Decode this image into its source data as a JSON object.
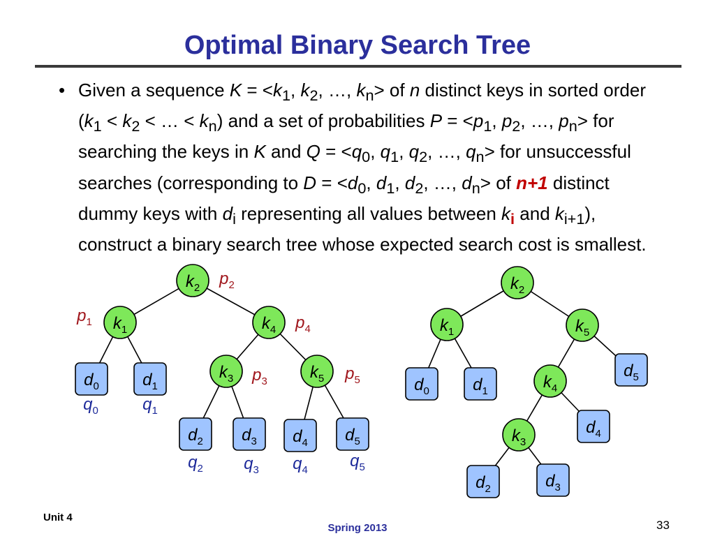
{
  "slide": {
    "title": "Optimal Binary Search Tree",
    "footer_left": "Unit 4",
    "footer_center": "Spring 2013",
    "page_number": "33"
  },
  "text": {
    "t1": "Given a sequence ",
    "t2": "K",
    "t3": " = <",
    "t4": "k",
    "t5": "1",
    "t6": ", ",
    "t7": "k",
    "t8": "2",
    "t9": ", …, ",
    "t10": "k",
    "t11": "n",
    "t12": "> of ",
    "t13": "n",
    "t14": " distinct keys in sorted order (",
    "t15": "k",
    "t16": "1",
    "t17": " < ",
    "t18": "k",
    "t19": "2",
    "t20": " < … < ",
    "t21": "k",
    "t22": "n",
    "t23": ") and a set of probabilities ",
    "t24": "P",
    "t25": " = <",
    "t26": "p",
    "t27": "1",
    "t28": ", ",
    "t29": "p",
    "t30": "2",
    "t31": ", …, ",
    "t32": "p",
    "t33": "n",
    "t34": "> for searching the keys in ",
    "t35": "K",
    "t36": " and ",
    "t37": "Q",
    "t38": " = <",
    "t39": "q",
    "t40": "0",
    "t41": ", ",
    "t42": "q",
    "t43": "1",
    "t44": ", ",
    "t45": "q",
    "t46": "2",
    "t47": ", …, ",
    "t48": "q",
    "t49": "n",
    "t50": "> for unsuccessful searches (corresponding to ",
    "t51": "D",
    "t52": " = <",
    "t53": "d",
    "t54": "0",
    "t55": ", ",
    "t56": "d",
    "t57": "1",
    "t58": ", ",
    "t59": "d",
    "t60": "2",
    "t61": ", …, ",
    "t62": "d",
    "t63": "n",
    "t64": "> of ",
    "t65": "n+1",
    "t66": " distinct dummy keys with ",
    "t67": "d",
    "t68": "i",
    "t69": " representing all values between ",
    "t70": "k",
    "t71": "i",
    "t72": " and ",
    "t73": "k",
    "t74": "i+1",
    "t75": "), construct a binary search tree whose expected search cost is smallest."
  },
  "tree1": {
    "nodes": [
      {
        "id": "k2",
        "shape": "circle",
        "base": "k",
        "sub": "2"
      },
      {
        "id": "k1",
        "shape": "circle",
        "base": "k",
        "sub": "1"
      },
      {
        "id": "k4",
        "shape": "circle",
        "base": "k",
        "sub": "4"
      },
      {
        "id": "k3",
        "shape": "circle",
        "base": "k",
        "sub": "3"
      },
      {
        "id": "k5",
        "shape": "circle",
        "base": "k",
        "sub": "5"
      },
      {
        "id": "d0",
        "shape": "box",
        "base": "d",
        "sub": "0"
      },
      {
        "id": "d1",
        "shape": "box",
        "base": "d",
        "sub": "1"
      },
      {
        "id": "d2",
        "shape": "box",
        "base": "d",
        "sub": "2"
      },
      {
        "id": "d3",
        "shape": "box",
        "base": "d",
        "sub": "3"
      },
      {
        "id": "d4",
        "shape": "box",
        "base": "d",
        "sub": "4"
      },
      {
        "id": "d5",
        "shape": "box",
        "base": "d",
        "sub": "5"
      }
    ],
    "edges": [
      [
        "k2",
        "k1"
      ],
      [
        "k2",
        "k4"
      ],
      [
        "k1",
        "d0"
      ],
      [
        "k1",
        "d1"
      ],
      [
        "k4",
        "k3"
      ],
      [
        "k4",
        "k5"
      ],
      [
        "k3",
        "d2"
      ],
      [
        "k3",
        "d3"
      ],
      [
        "k5",
        "d4"
      ],
      [
        "k5",
        "d5"
      ]
    ],
    "labels": [
      {
        "id": "p2",
        "base": "p",
        "sub": "2",
        "color": "#a0161c"
      },
      {
        "id": "p1",
        "base": "p",
        "sub": "1",
        "color": "#a0161c"
      },
      {
        "id": "p4",
        "base": "p",
        "sub": "4",
        "color": "#a0161c"
      },
      {
        "id": "p3",
        "base": "p",
        "sub": "3",
        "color": "#a0161c"
      },
      {
        "id": "p5",
        "base": "p",
        "sub": "5",
        "color": "#a0161c"
      },
      {
        "id": "q0",
        "base": "q",
        "sub": "0",
        "color": "#1d2a9a"
      },
      {
        "id": "q1",
        "base": "q",
        "sub": "1",
        "color": "#1d2a9a"
      },
      {
        "id": "q2",
        "base": "q",
        "sub": "2",
        "color": "#1d2a9a"
      },
      {
        "id": "q3",
        "base": "q",
        "sub": "3",
        "color": "#1d2a9a"
      },
      {
        "id": "q4",
        "base": "q",
        "sub": "4",
        "color": "#1d2a9a"
      },
      {
        "id": "q5",
        "base": "q",
        "sub": "5",
        "color": "#1d2a9a"
      }
    ]
  },
  "tree2": {
    "nodes": [
      {
        "id": "k2",
        "shape": "circle",
        "base": "k",
        "sub": "2"
      },
      {
        "id": "k1",
        "shape": "circle",
        "base": "k",
        "sub": "1"
      },
      {
        "id": "k5",
        "shape": "circle",
        "base": "k",
        "sub": "5"
      },
      {
        "id": "k4",
        "shape": "circle",
        "base": "k",
        "sub": "4"
      },
      {
        "id": "k3",
        "shape": "circle",
        "base": "k",
        "sub": "3"
      },
      {
        "id": "d0",
        "shape": "box",
        "base": "d",
        "sub": "0"
      },
      {
        "id": "d1",
        "shape": "box",
        "base": "d",
        "sub": "1"
      },
      {
        "id": "d5",
        "shape": "box",
        "base": "d",
        "sub": "5"
      },
      {
        "id": "d4",
        "shape": "box",
        "base": "d",
        "sub": "4"
      },
      {
        "id": "d2",
        "shape": "box",
        "base": "d",
        "sub": "2"
      },
      {
        "id": "d3",
        "shape": "box",
        "base": "d",
        "sub": "3"
      }
    ],
    "edges": [
      [
        "k2",
        "k1"
      ],
      [
        "k2",
        "k5"
      ],
      [
        "k1",
        "d0"
      ],
      [
        "k1",
        "d1"
      ],
      [
        "k5",
        "k4"
      ],
      [
        "k5",
        "d5"
      ],
      [
        "k4",
        "k3"
      ],
      [
        "k4",
        "d4"
      ],
      [
        "k3",
        "d2"
      ],
      [
        "k3",
        "d3"
      ]
    ]
  },
  "colors": {
    "title": "#2b2f9c",
    "node_fill": "#7ee85a",
    "leaf_fill": "#9fc4ff",
    "emphasis": "#c00000"
  }
}
